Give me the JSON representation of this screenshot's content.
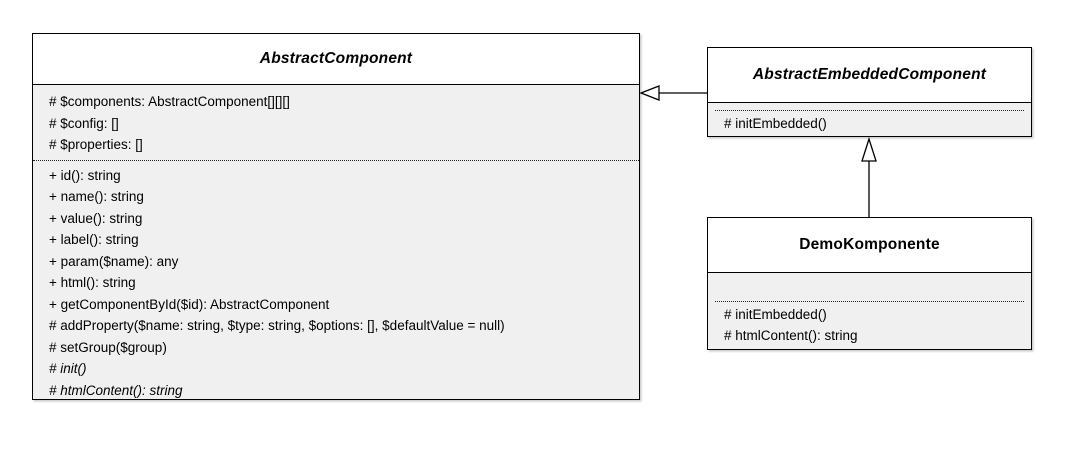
{
  "colors": {
    "background": "#ffffff",
    "box_border": "#000000",
    "box_body_fill": "#f0f0f0",
    "box_title_fill": "#ffffff",
    "text": "#000000"
  },
  "classes": {
    "abstract_component": {
      "title": "AbstractComponent",
      "stereotype": "abstract",
      "attributes": [
        "# $components: AbstractComponent[][][]",
        "# $config: []",
        "# $properties: []"
      ],
      "methods": [
        "+ id(): string",
        "+ name(): string",
        "+ value(): string",
        "+ label(): string",
        "+ param($name): any",
        "+ html(): string",
        "+ getComponentById($id): AbstractComponent",
        "# addProperty($name: string, $type: string, $options: [], $defaultValue = null)",
        "# setGroup($group)",
        "# init()",
        "# htmlContent(): string"
      ]
    },
    "abstract_embedded_component": {
      "title": "AbstractEmbeddedComponent",
      "stereotype": "abstract",
      "attributes": [],
      "methods": [
        "# initEmbedded()"
      ]
    },
    "demo_komponente": {
      "title": "DemoKomponente",
      "stereotype": "concrete",
      "attributes": [],
      "methods": [
        "# initEmbedded()",
        "# htmlContent(): string"
      ]
    }
  },
  "relationships": [
    {
      "type": "inheritance",
      "from": "AbstractEmbeddedComponent",
      "to": "AbstractComponent"
    },
    {
      "type": "inheritance",
      "from": "DemoKomponente",
      "to": "AbstractEmbeddedComponent"
    }
  ]
}
